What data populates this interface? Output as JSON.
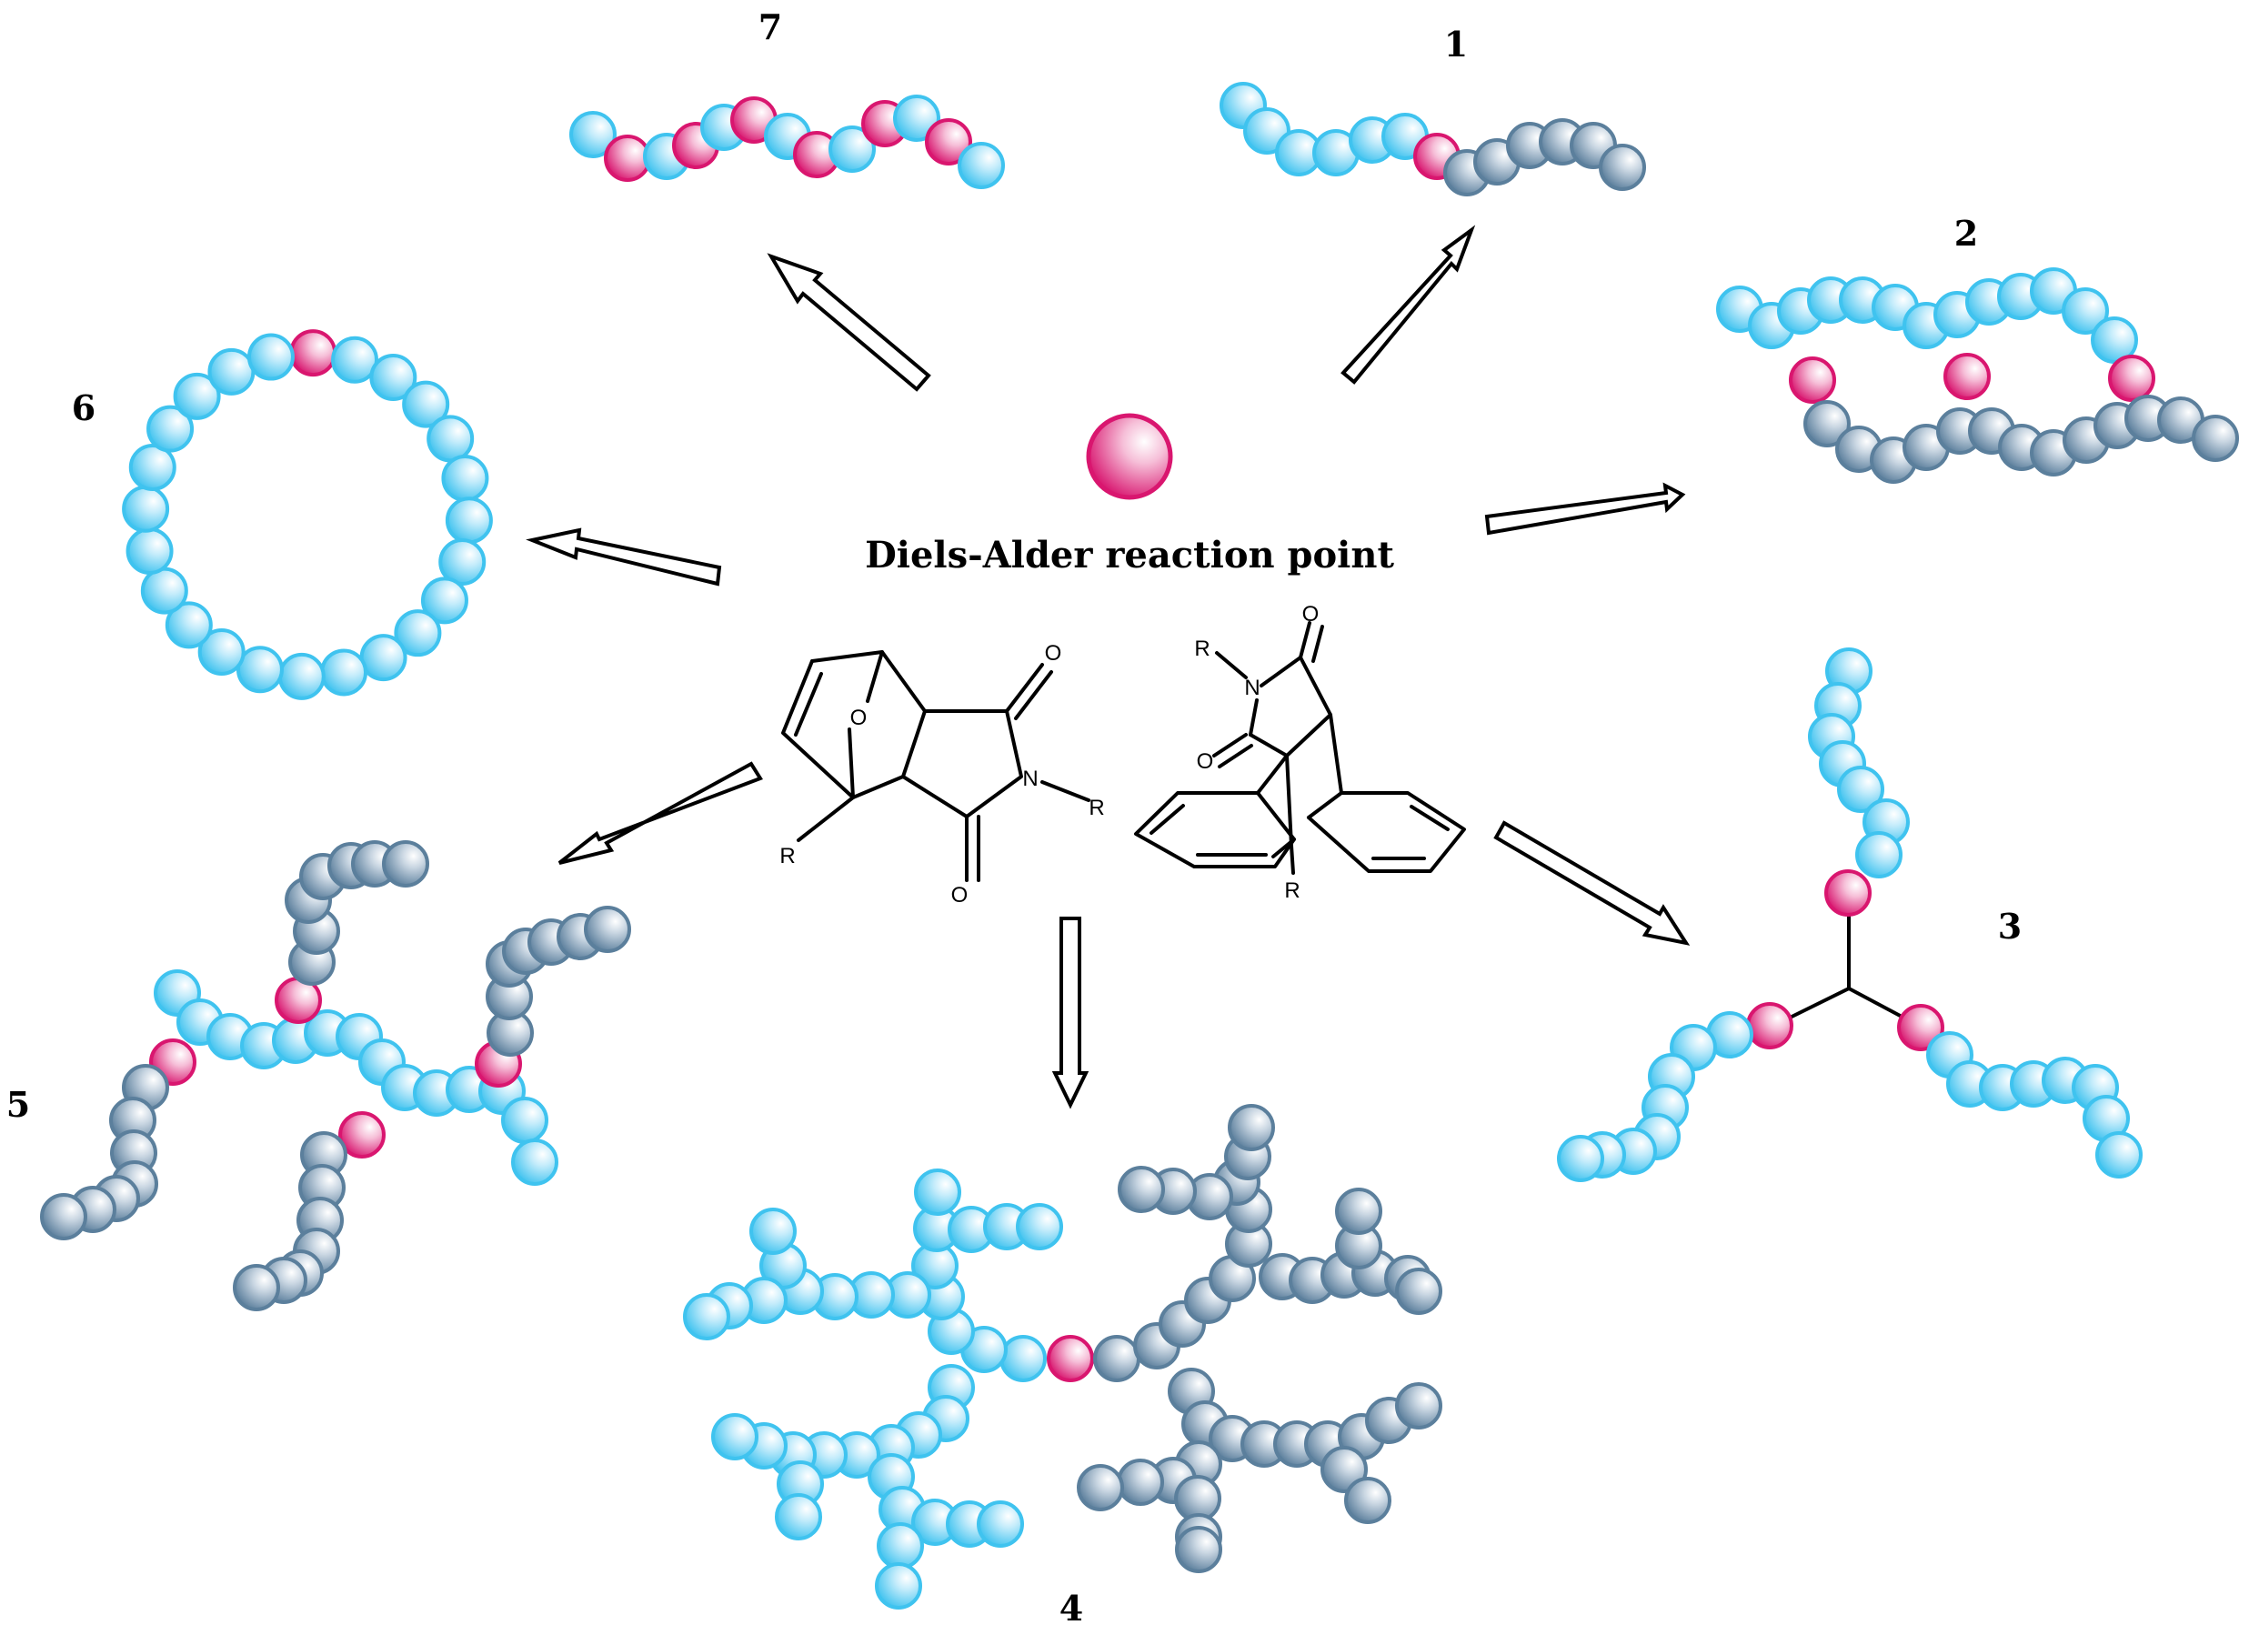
{
  "title": "Diels-Alder reaction point",
  "structure_labels": {
    "furan_adduct": {
      "oxygen_bridge": "O",
      "carbonyl_top": "O",
      "carbonyl_bottom": "O",
      "nitrogen": "N",
      "r_on_nitrogen": "R",
      "r_on_bridgehead": "R"
    },
    "anthracene_adduct": {
      "carbonyl_top": "O",
      "carbonyl_bottom": "O",
      "nitrogen": "N",
      "r_on_nitrogen": "R",
      "r_on_bridgehead": "R"
    }
  },
  "architectures": [
    {
      "number": "1",
      "kind": "diblock linear copolymer"
    },
    {
      "number": "2",
      "kind": "graft / ladder-like copolymer"
    },
    {
      "number": "3",
      "kind": "three-arm star polymer"
    },
    {
      "number": "4",
      "kind": "dendrimer-like block"
    },
    {
      "number": "5",
      "kind": "graft copolymer"
    },
    {
      "number": "6",
      "kind": "cyclic polymer"
    },
    {
      "number": "7",
      "kind": "multiblock linear polymer"
    }
  ],
  "colors": {
    "light_monomer": "#3fc3ef",
    "dark_monomer": "#5b7f9c",
    "reaction_point": "#d9166f",
    "outline": "#000000"
  }
}
